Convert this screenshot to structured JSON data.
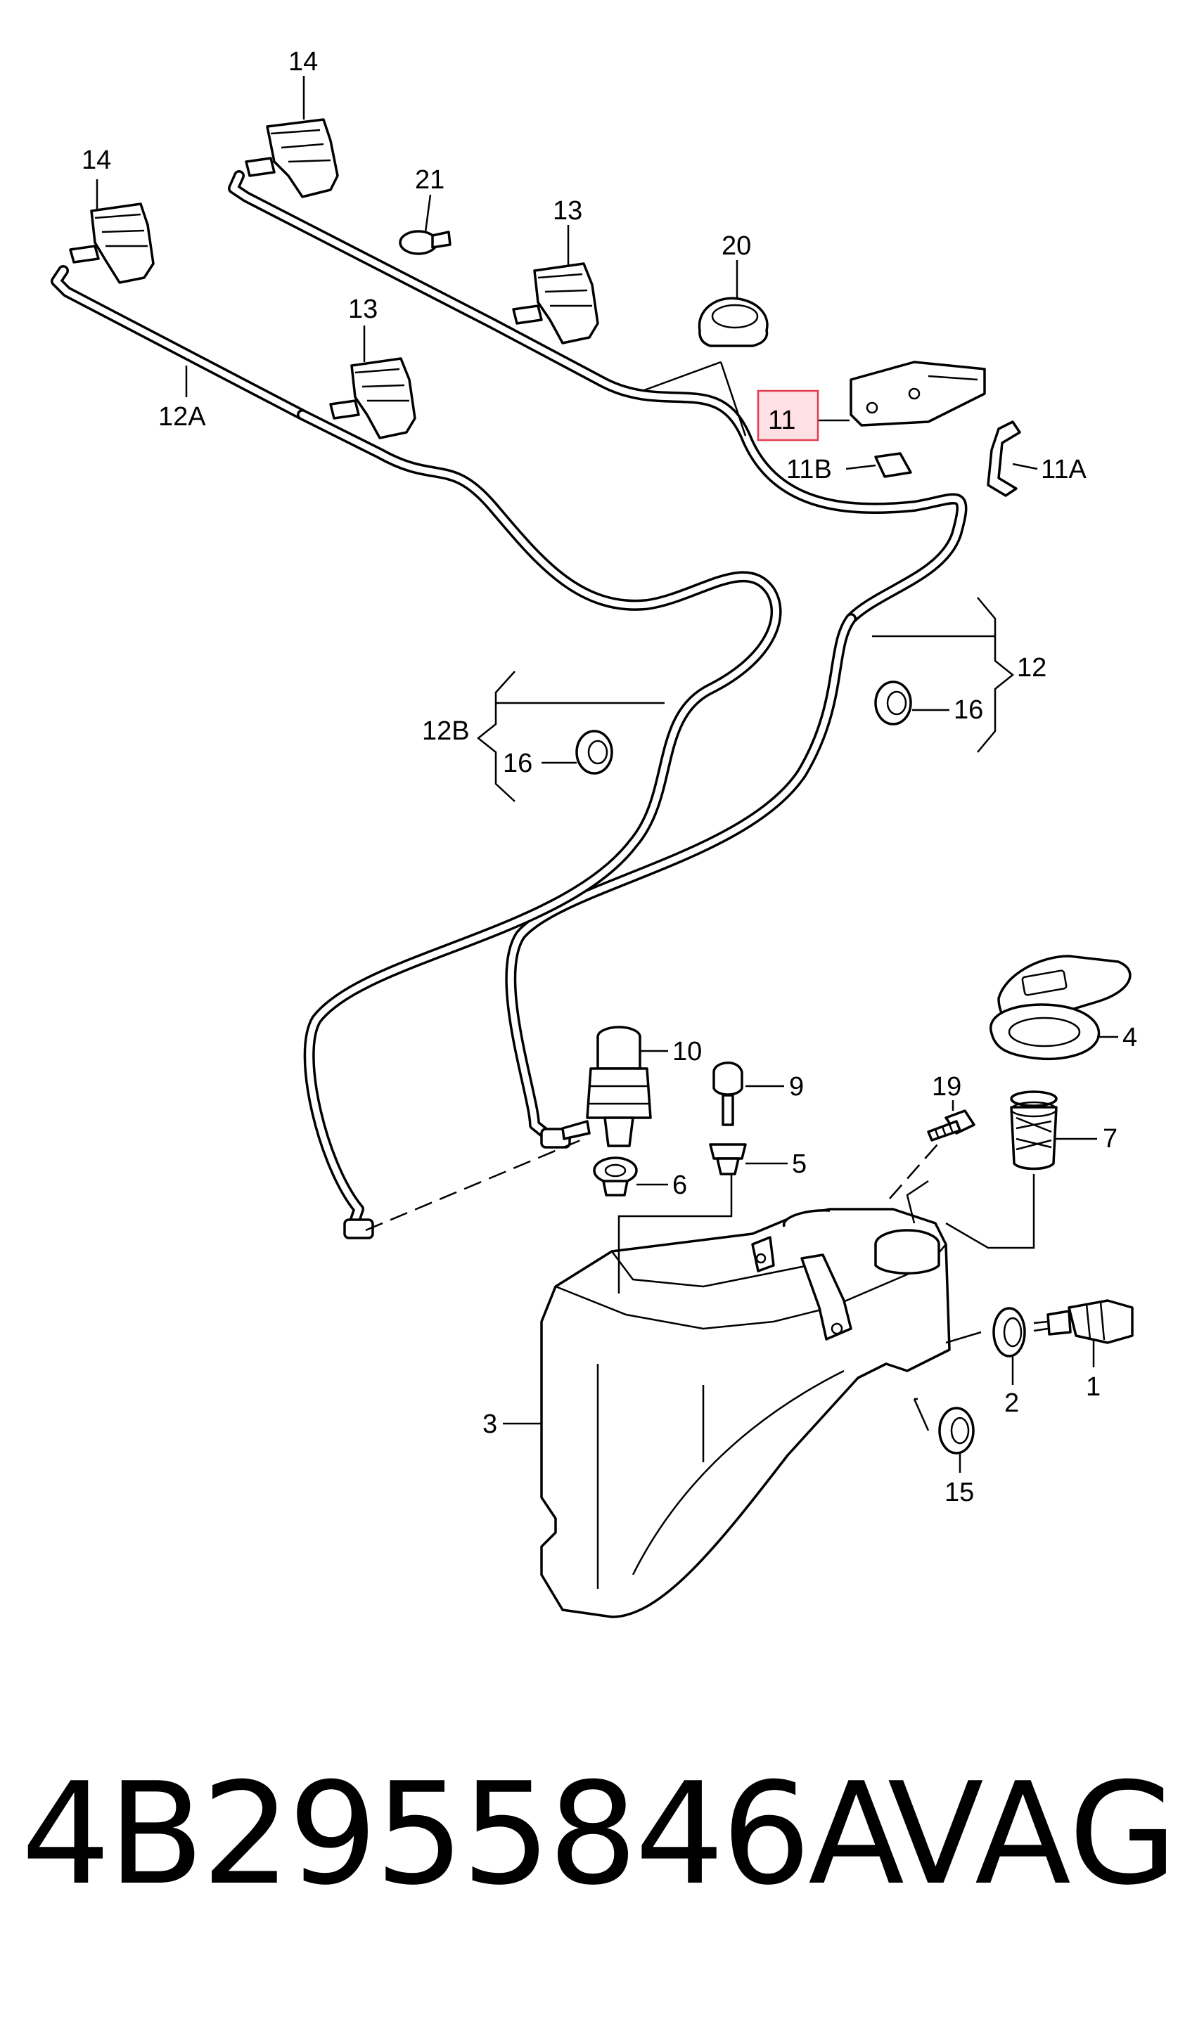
{
  "callouts": {
    "c14a": "14",
    "c14b": "14",
    "c21": "21",
    "c13a": "13",
    "c20": "20",
    "c13b": "13",
    "c12A": "12A",
    "c11": "11",
    "c11B": "11B",
    "c11A": "11A",
    "c12": "12",
    "c12B": "12B",
    "c16a": "16",
    "c16b": "16",
    "c10": "10",
    "c9": "9",
    "c4": "4",
    "c19": "19",
    "c7": "7",
    "c5": "5",
    "c6": "6",
    "c3": "3",
    "c2": "2",
    "c1": "1",
    "c15": "15"
  },
  "footer": {
    "part_number": "4B2955846A",
    "brand": "VAG"
  },
  "colors": {
    "highlight_fill": "#ffaab4",
    "highlight_stroke": "#e23a4e"
  }
}
